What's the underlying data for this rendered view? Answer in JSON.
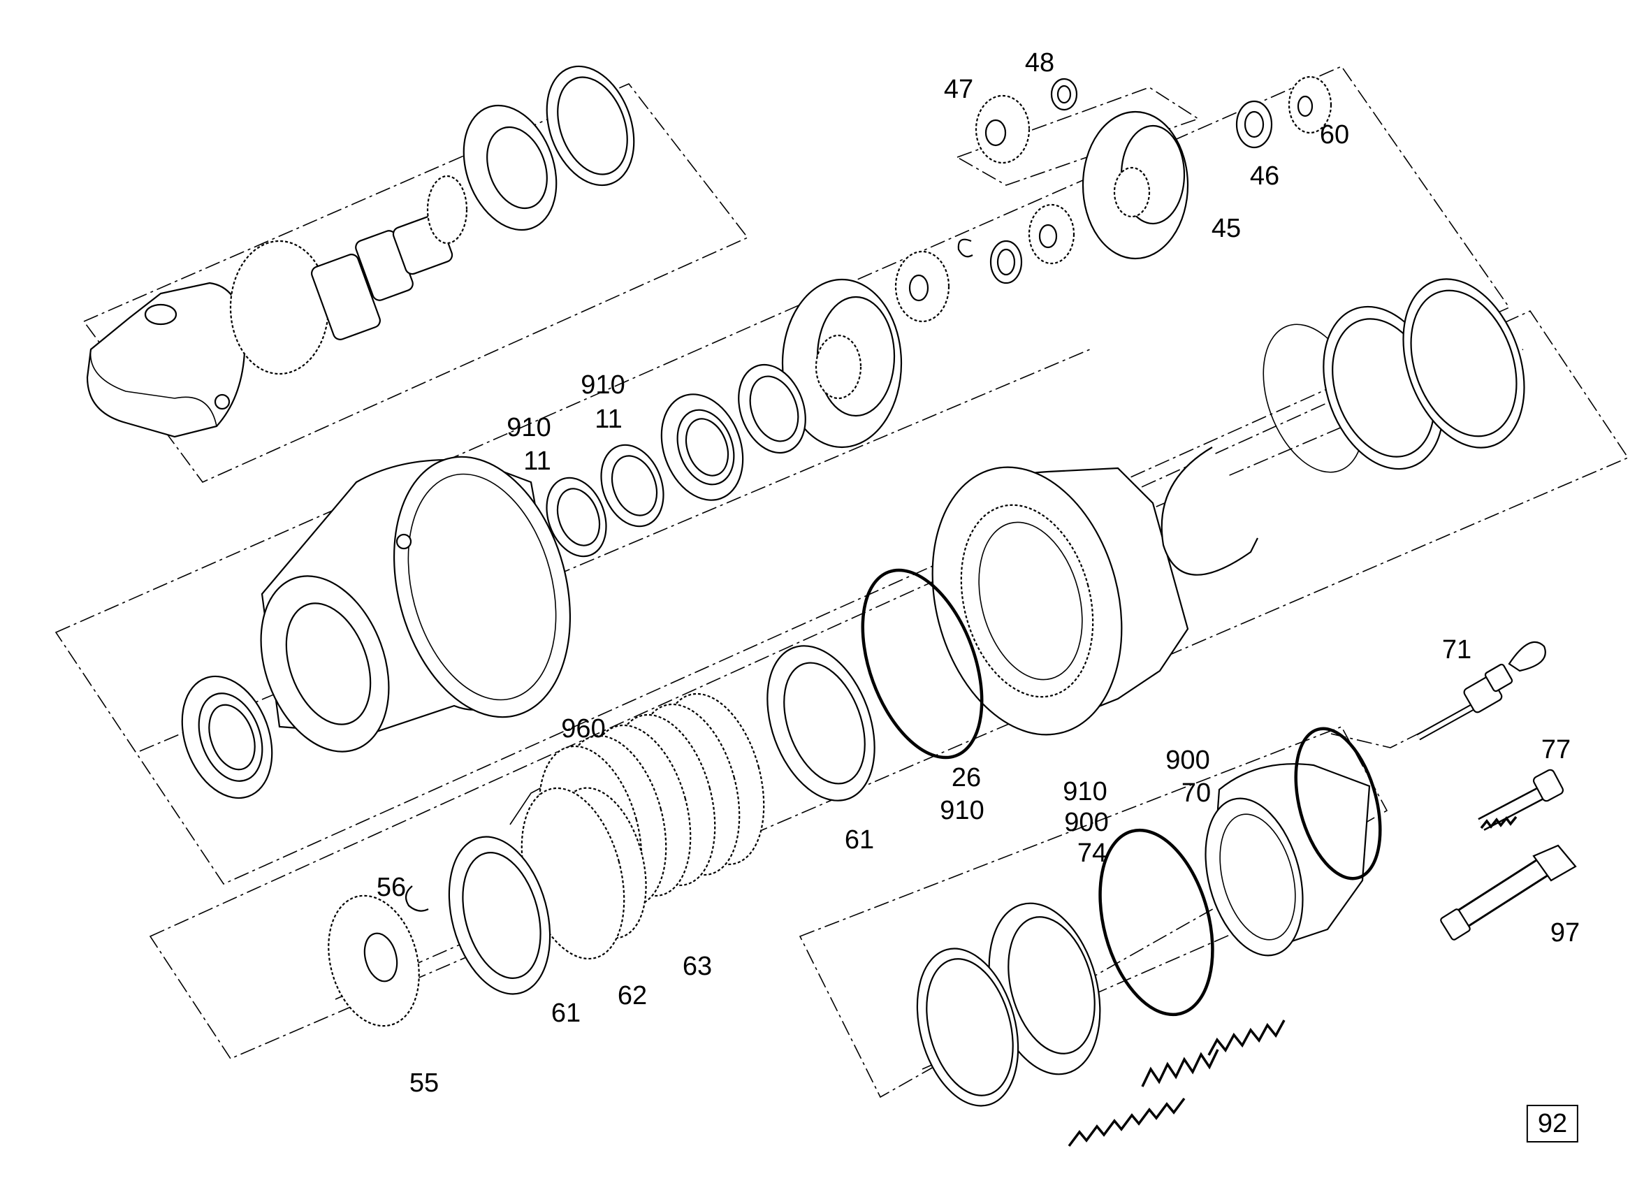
{
  "diagram": {
    "sheet_number": "92",
    "labels": {
      "p47": "47",
      "p48": "48",
      "p60": "60",
      "p46": "46",
      "p45": "45",
      "p910a": "910",
      "p11a": "11",
      "p910b": "910",
      "p11b": "11",
      "p71": "71",
      "p960": "960",
      "p900a": "900",
      "p70": "70",
      "p77": "77",
      "p26": "26",
      "p910c": "910",
      "p910d": "910",
      "p900b": "900",
      "p74": "74",
      "p61a": "61",
      "p56": "56",
      "p63": "63",
      "p62": "62",
      "p61b": "61",
      "p55": "55",
      "p97": "97"
    }
  }
}
